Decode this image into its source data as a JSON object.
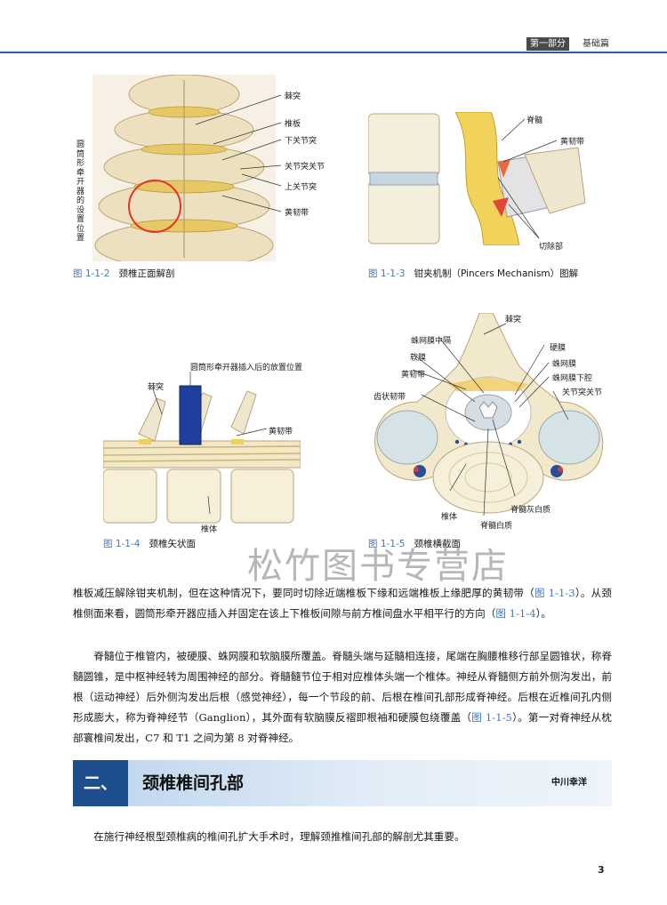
{
  "header": {
    "part": "第一部分",
    "section": "基础篇"
  },
  "fig2": {
    "caption_num": "图 1-1-2",
    "caption_text": "颈椎正面解剖",
    "side_label": "圆筒形牵开器的设置位置",
    "labels": {
      "spinous": "棘突",
      "lamina": "椎板",
      "inferior": "下关节突",
      "facet": "关节突关节",
      "superior": "上关节突",
      "ligament": "黄韧带"
    }
  },
  "fig3": {
    "caption_num": "图 1-1-3",
    "caption_text": "钳夹机制（Pincers Mechanism）图解",
    "labels": {
      "cord": "脊髓",
      "ligament": "黄韧带",
      "cut": "切除部"
    }
  },
  "fig4": {
    "caption_num": "图 1-1-4",
    "caption_text": "颈椎矢状面",
    "labels": {
      "position": "圆筒形牵开器插入后的放置位置",
      "spinous": "棘突",
      "ligament": "黄韧带",
      "body": "椎体"
    }
  },
  "fig5": {
    "caption_num": "图 1-1-5",
    "caption_text": "颈椎横截面",
    "labels": {
      "spinous": "棘突",
      "arachnoid_septum": "蛛网膜中隔",
      "dura": "硬膜",
      "soft": "软膜",
      "arachnoid": "蛛网膜",
      "ligament": "黄韧带",
      "subarachnoid": "蛛网膜下腔",
      "denticulate": "齿状韧带",
      "facet": "关节突关节",
      "body": "椎体",
      "white": "脊髓白质",
      "gray_white": "脊髓灰白质"
    }
  },
  "watermark": "松竹图书专营店",
  "paragraph1": {
    "t1": "椎板减压解除钳夹机制，但在这种情况下，要同时切除近端椎板下缘和远端椎板上缘肥厚的黄韧带（",
    "ref1": "图 1-1-3",
    "t2": "）。从颈椎侧面来看，圆筒形牵开器应插入并固定在该上下椎板间隙与前方椎间盘水平相平行的方向（",
    "ref2": "图 1-1-4",
    "t3": "）。"
  },
  "paragraph2": {
    "t1": "脊髓位于椎管内，被硬膜、蛛网膜和软脑膜所覆盖。脊髓头端与延髓相连接，尾端在胸腰椎移行部呈圆锥状，称脊髓圆锥，是中枢神经转为周围神经的部分。脊髓髓节位于相对应椎体头端一个椎体。神经从脊髓侧方前外侧沟发出，前根（运动神经）后外侧沟发出后根（感觉神经），每一个节段的前、后根在椎间孔部形成脊神经。后根在近椎间孔内侧形成膨大，称为脊神经节（Ganglion），其外面有软脑膜反褶即根袖和硬膜包绕覆盖（",
    "ref": "图 1-1-5",
    "t2": "）。第一对脊神经从枕部寰椎间发出，C7 和 T1 之间为第 8 对脊神经。"
  },
  "section": {
    "number": "二、",
    "title": "颈椎椎间孔部",
    "author": "中川幸洋"
  },
  "paragraph3": "在施行神经根型颈椎病的椎间孔扩大手术时，理解颈推椎间孔部的解剖尤其重要。",
  "page_number": "3",
  "colors": {
    "accent_blue": "#3a78c2",
    "band_dark": "#1d4f8f",
    "band_light": "#d6e5f4",
    "rule": "#2b5aa8"
  }
}
